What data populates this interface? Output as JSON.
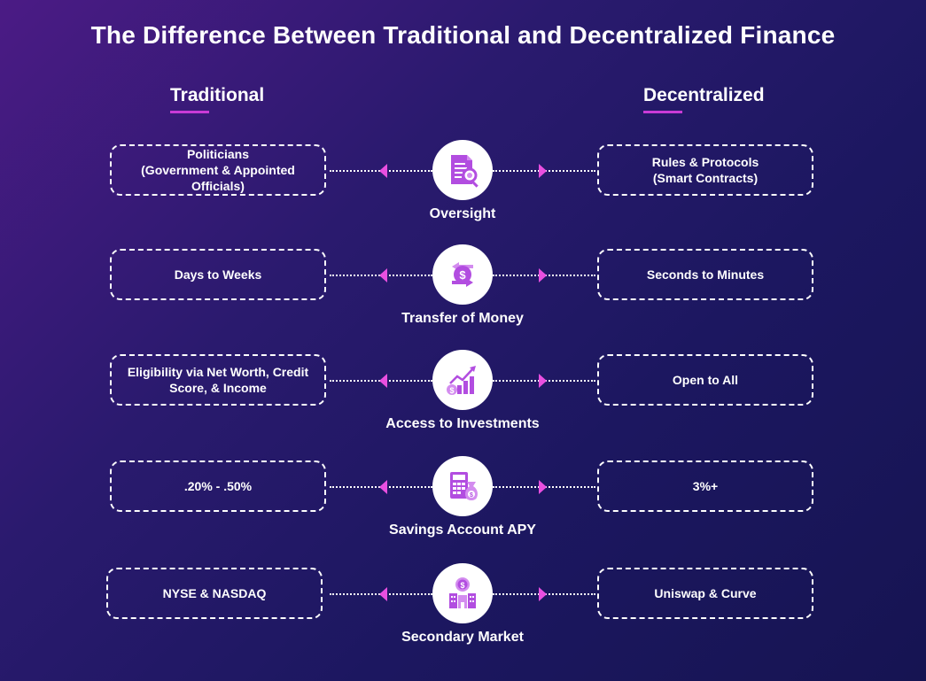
{
  "title": "The Difference Between Traditional and Decentralized Finance",
  "columns": {
    "left": "Traditional",
    "right": "Decentralized"
  },
  "colors": {
    "accent": "#c93bd6",
    "arrow": "#e94fe0",
    "icon": "#b24de0"
  },
  "rows": [
    {
      "label": "Oversight",
      "icon": "document-search-icon",
      "traditional": "Politicians\n(Government & Appointed\nOfficials)",
      "decentralized": "Rules & Protocols\n(Smart Contracts)"
    },
    {
      "label": "Transfer of Money",
      "icon": "money-transfer-icon",
      "traditional": "Days to Weeks",
      "decentralized": "Seconds to Minutes"
    },
    {
      "label": "Access to Investments",
      "icon": "growth-chart-icon",
      "traditional": "Eligibility via Net Worth, Credit\nScore, & Income",
      "decentralized": "Open to All"
    },
    {
      "label": "Savings Account APY",
      "icon": "calculator-moneybag-icon",
      "traditional": ".20% - .50%",
      "decentralized": "3%+"
    },
    {
      "label": "Secondary Market",
      "icon": "bank-coin-icon",
      "traditional": "NYSE & NASDAQ",
      "decentralized": "Uniswap & Curve"
    }
  ]
}
